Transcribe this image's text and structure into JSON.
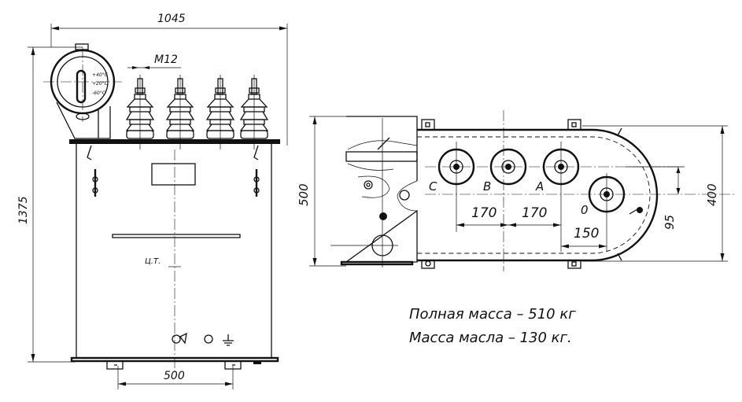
{
  "front_view": {
    "width_dim": "1045",
    "height_dim": "1375",
    "bolt_label": "M12",
    "base_dim": "500",
    "center_label": "Ц.Т.",
    "gauge_marks": [
      "+40°C",
      "+20°C",
      "-60°C"
    ]
  },
  "top_view": {
    "depth_dim": "500",
    "inner_dim": "400",
    "phase_labels": [
      "C",
      "B",
      "A",
      "0"
    ],
    "spacing_1": "170",
    "spacing_2": "170",
    "neutral_offset": "150",
    "neutral_vertical": "95"
  },
  "notes": {
    "total_mass": "Полная масса – 510 кг",
    "oil_mass": "Масса масла – 130 кг."
  }
}
